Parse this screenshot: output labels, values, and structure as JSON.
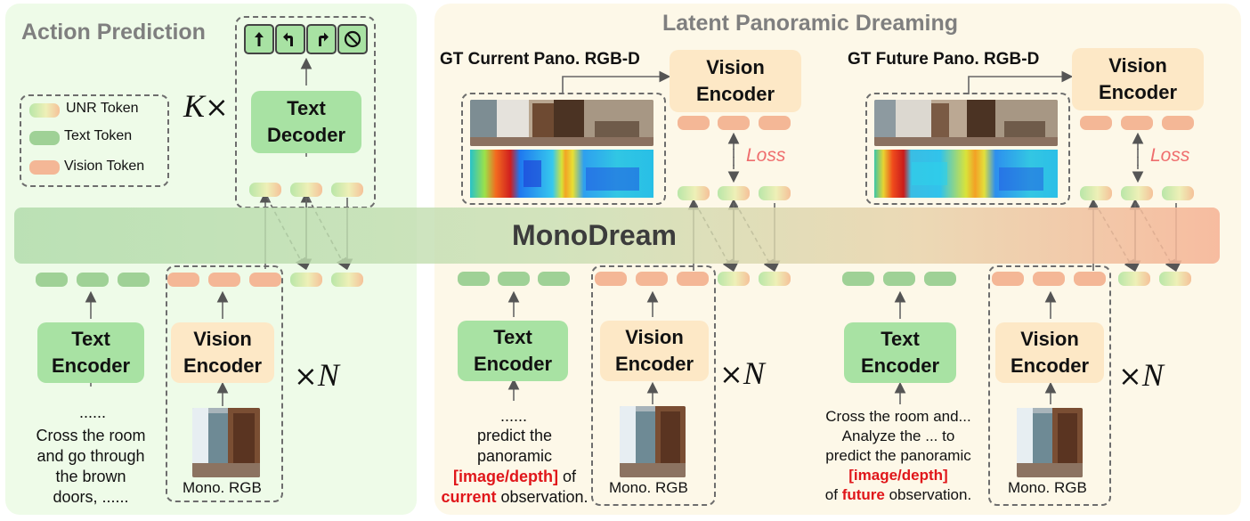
{
  "action_panel": {
    "title": "Action Prediction",
    "legend": {
      "unr": "UNR Token",
      "text": "Text Token",
      "vision": "Vision Token"
    },
    "decoder_label": "Text\nDecoder",
    "k_prefix": "K",
    "k_suffix": "×",
    "encoder_text": "Text\nEncoder",
    "encoder_vision": "Vision\nEncoder",
    "n_prefix": "×",
    "n_var": "N",
    "instruction_dots": "......",
    "instruction": "Cross the room\nand go through\nthe brown\ndoors, ......",
    "mono_rgb": "Mono. RGB",
    "action_icons": [
      "forward-arrow-icon",
      "turn-left-icon",
      "turn-right-icon",
      "stop-icon"
    ]
  },
  "dreaming_panel": {
    "title": "Latent Panoramic Dreaming",
    "current": {
      "gt_label": "GT Current Pano. RGB-D",
      "encoder_top": "Vision\nEncoder",
      "loss": "Loss",
      "encoder_text": "Text\nEncoder",
      "encoder_vision": "Vision\nEncoder",
      "n_prefix": "×",
      "n_var": "N",
      "prompt_dots": "......",
      "prompt_line1": "predict the",
      "prompt_line2": "panoramic",
      "prompt_red1": "[image/depth]",
      "prompt_of": " of",
      "prompt_red2": "current",
      "prompt_obs": " observation.",
      "mono_rgb": "Mono. RGB"
    },
    "future": {
      "gt_label": "GT Future Pano. RGB-D",
      "encoder_top": "Vision\nEncoder",
      "loss": "Loss",
      "encoder_text": "Text\nEncoder",
      "encoder_vision": "Vision\nEncoder",
      "n_prefix": "×",
      "n_var": "N",
      "prompt_line1": "Cross the room and...",
      "prompt_line2": "Analyze the ... to",
      "prompt_line3": "predict the panoramic",
      "prompt_red1": "[image/depth]",
      "prompt_of": "of ",
      "prompt_red2": "future",
      "prompt_obs": " observation.",
      "mono_rgb": "Mono. RGB"
    }
  },
  "model_name": "MonoDream"
}
